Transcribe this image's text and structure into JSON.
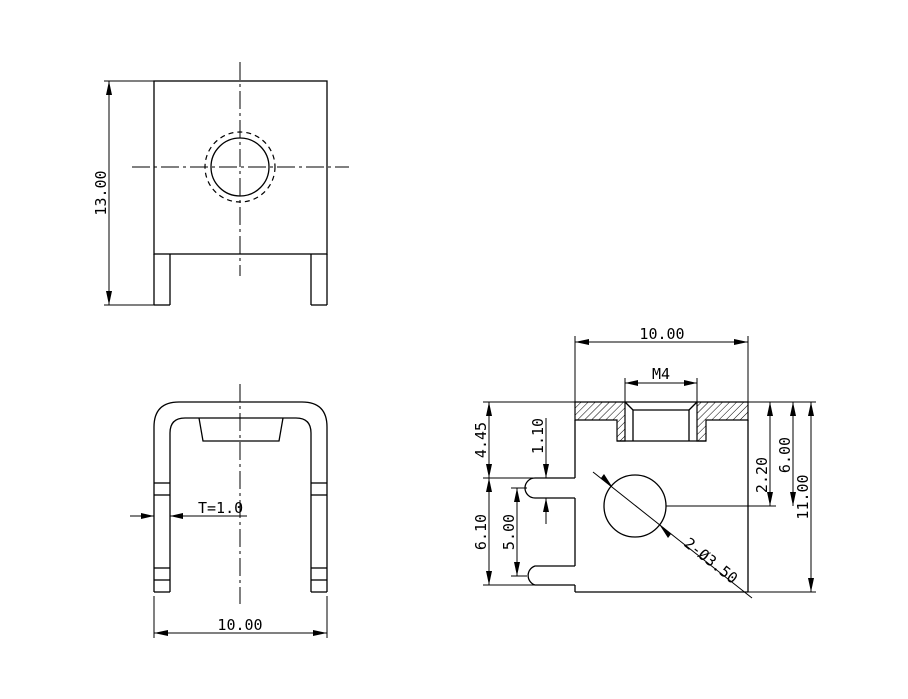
{
  "dimensions": {
    "front_height": "13.00",
    "top_width": "10.00",
    "thread": "M4",
    "dim_445": "4.45",
    "dim_110": "1.10",
    "dim_220": "2.20",
    "dim_600": "6.00",
    "dim_1100": "11.00",
    "dim_610": "6.10",
    "dim_500": "5.00",
    "hole_callout": "2-Ø3.50",
    "thickness": "T=1.0",
    "bottom_width": "10.00"
  }
}
